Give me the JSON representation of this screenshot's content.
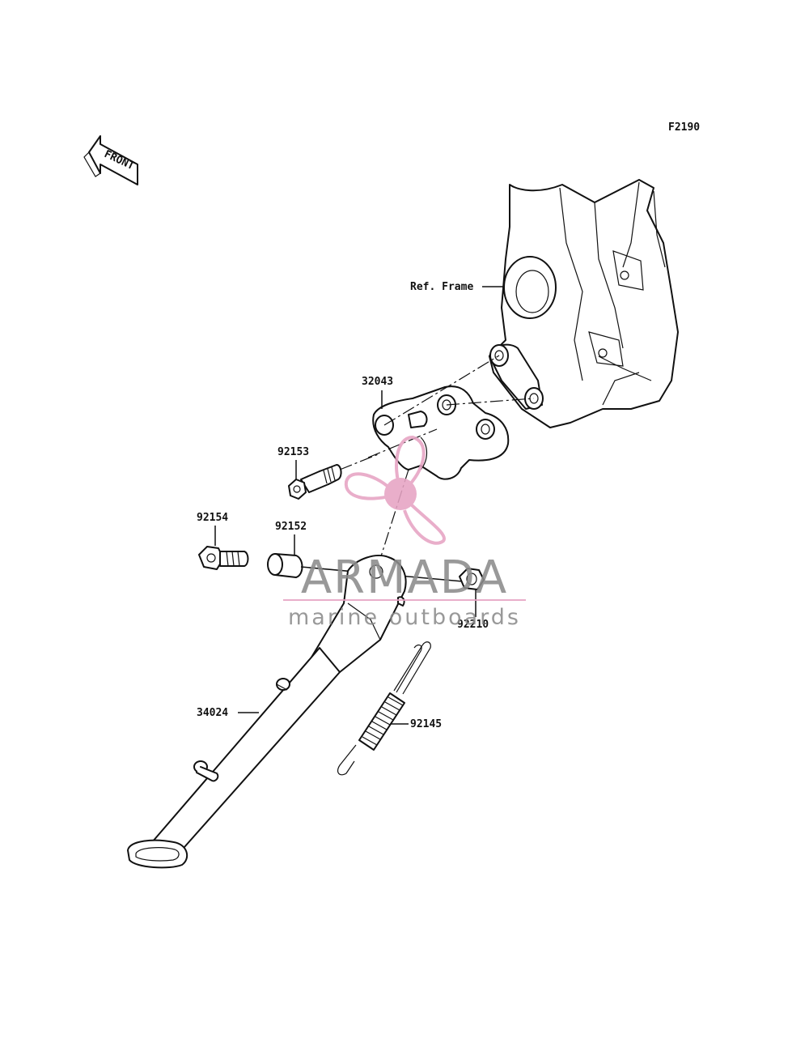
{
  "diagram": {
    "figure_code": "F2190",
    "front_arrow_label": "FRONT",
    "parts": {
      "frame_ref": "Ref. Frame",
      "bracket": "32043",
      "bolt_upper": "92153",
      "bolt_lower": "92154",
      "collar": "92152",
      "nut": "92210",
      "side_stand": "34024",
      "spring": "92145"
    }
  },
  "watermark": {
    "brand": "ARMADA",
    "tagline": "marine outboards",
    "colors": {
      "pink": "#e6a3c3",
      "gray": "#8c8c8c"
    }
  }
}
